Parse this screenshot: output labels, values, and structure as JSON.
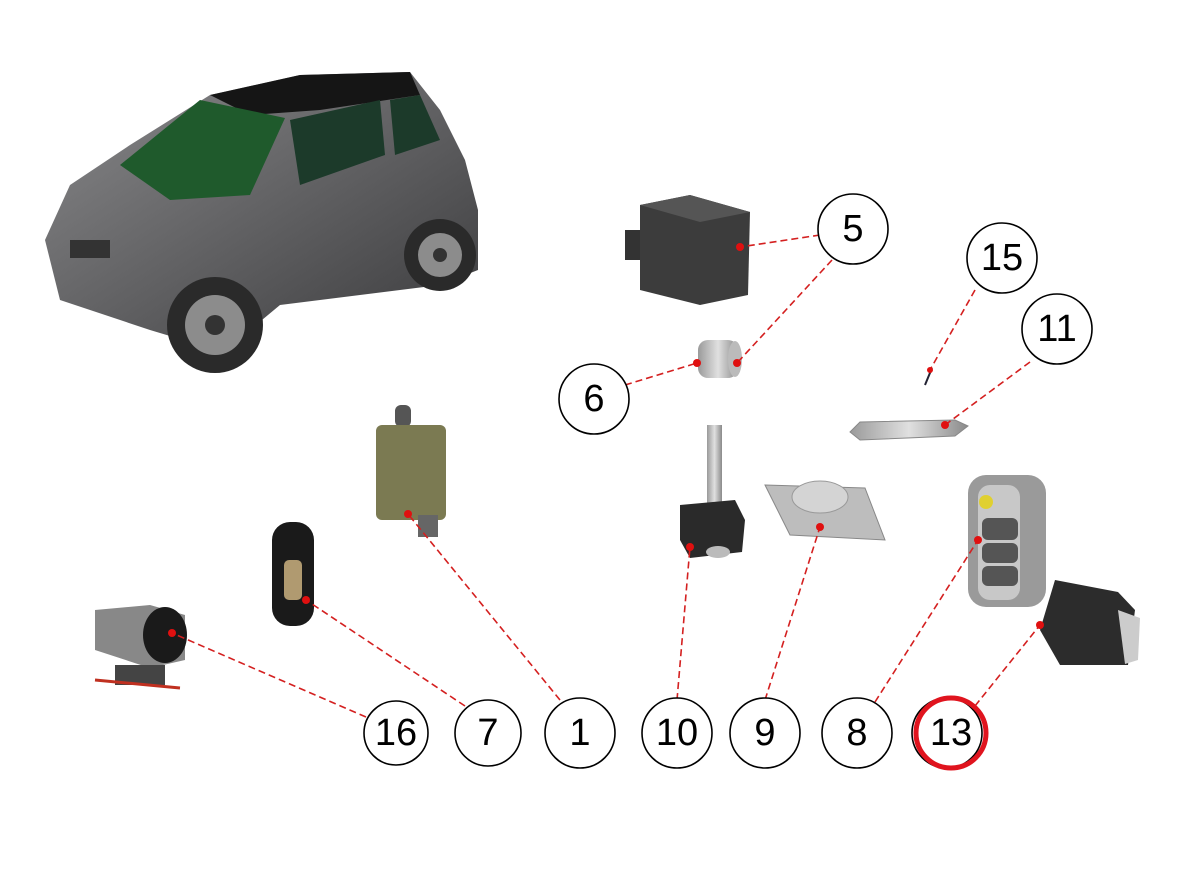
{
  "diagram": {
    "callouts": [
      {
        "id": "5",
        "label": "5"
      },
      {
        "id": "15",
        "label": "15"
      },
      {
        "id": "11",
        "label": "11"
      },
      {
        "id": "6",
        "label": "6"
      },
      {
        "id": "16",
        "label": "16"
      },
      {
        "id": "7",
        "label": "7"
      },
      {
        "id": "1",
        "label": "1"
      },
      {
        "id": "10",
        "label": "10"
      },
      {
        "id": "9",
        "label": "9"
      },
      {
        "id": "8",
        "label": "8"
      },
      {
        "id": "13",
        "label": "13",
        "highlighted": true
      }
    ],
    "colors": {
      "leader": "#d42020",
      "highlight": "#e0141e",
      "car_body": "#5a5a5c",
      "glass": "#1e4a2a"
    }
  }
}
